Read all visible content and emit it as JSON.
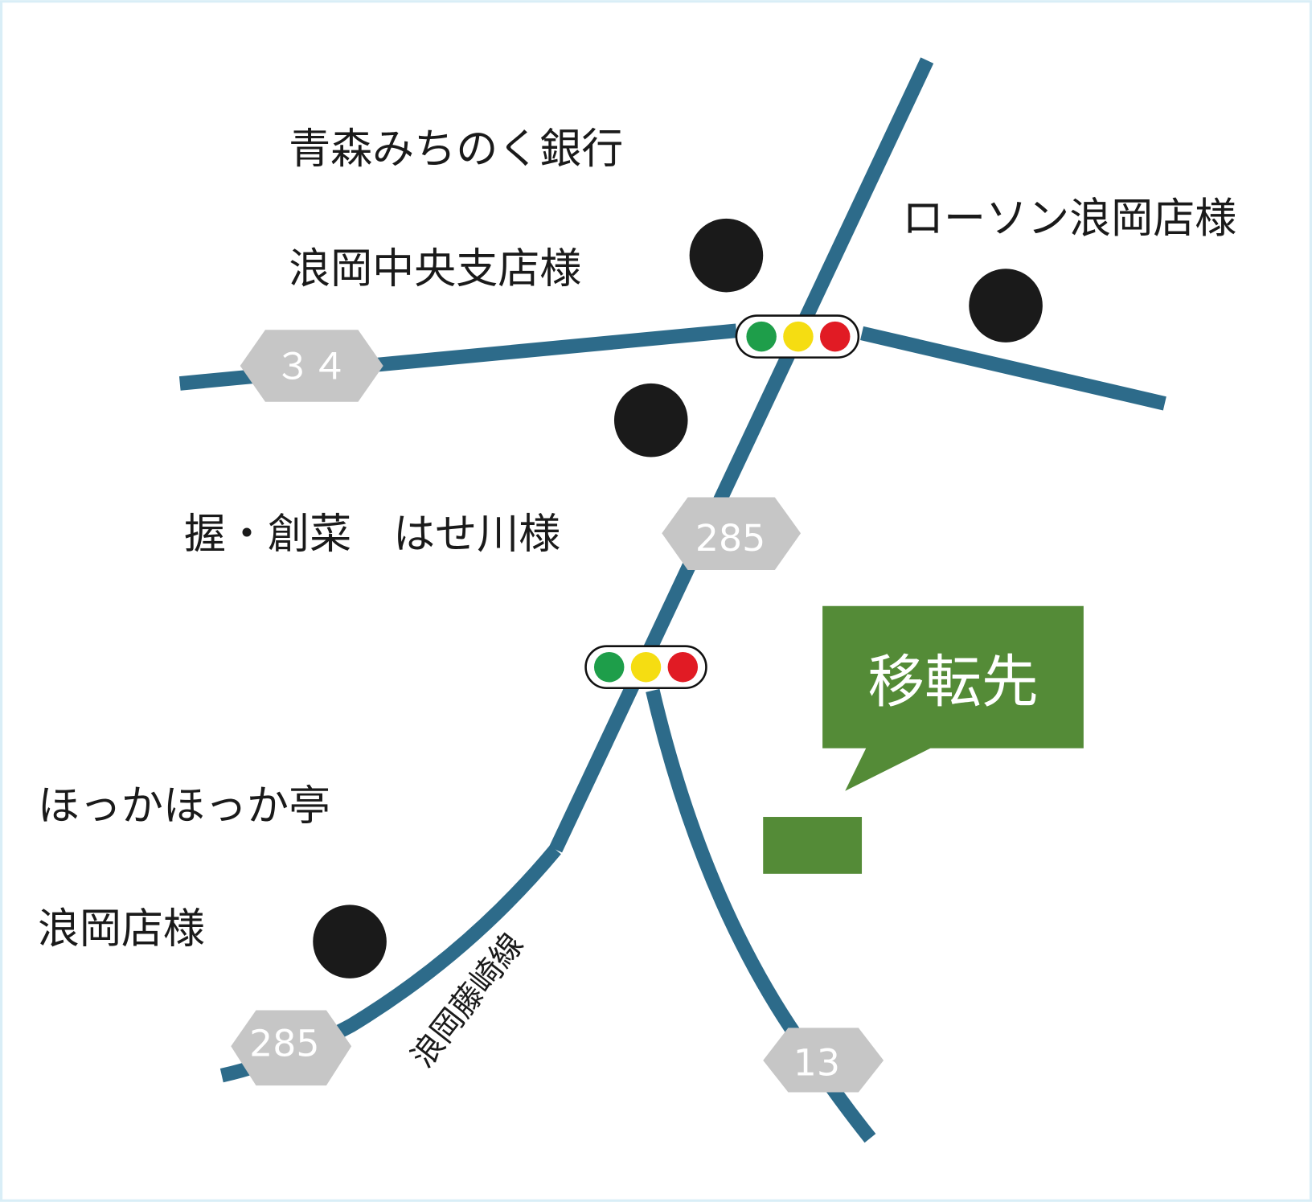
{
  "labels": {
    "bank_line1": "青森みちのく銀行",
    "bank_line2": "浪岡中央支店様",
    "lawson": "ローソン浪岡店様",
    "hasegawa": "握・創菜　はせ川様",
    "hokka_line1": "ほっかほっか亭",
    "hokka_line2": "浪岡店様",
    "road_name": "浪岡藤崎線",
    "destination": "移転先"
  },
  "shields": {
    "route_34": "３４",
    "route_285_mid": "285",
    "route_285_bottom": "285",
    "route_13": "13"
  },
  "colors": {
    "road": "#2d6b8a",
    "destination": "#548b37",
    "shield": "#c6c6c6",
    "frame": "#d9eef7"
  }
}
